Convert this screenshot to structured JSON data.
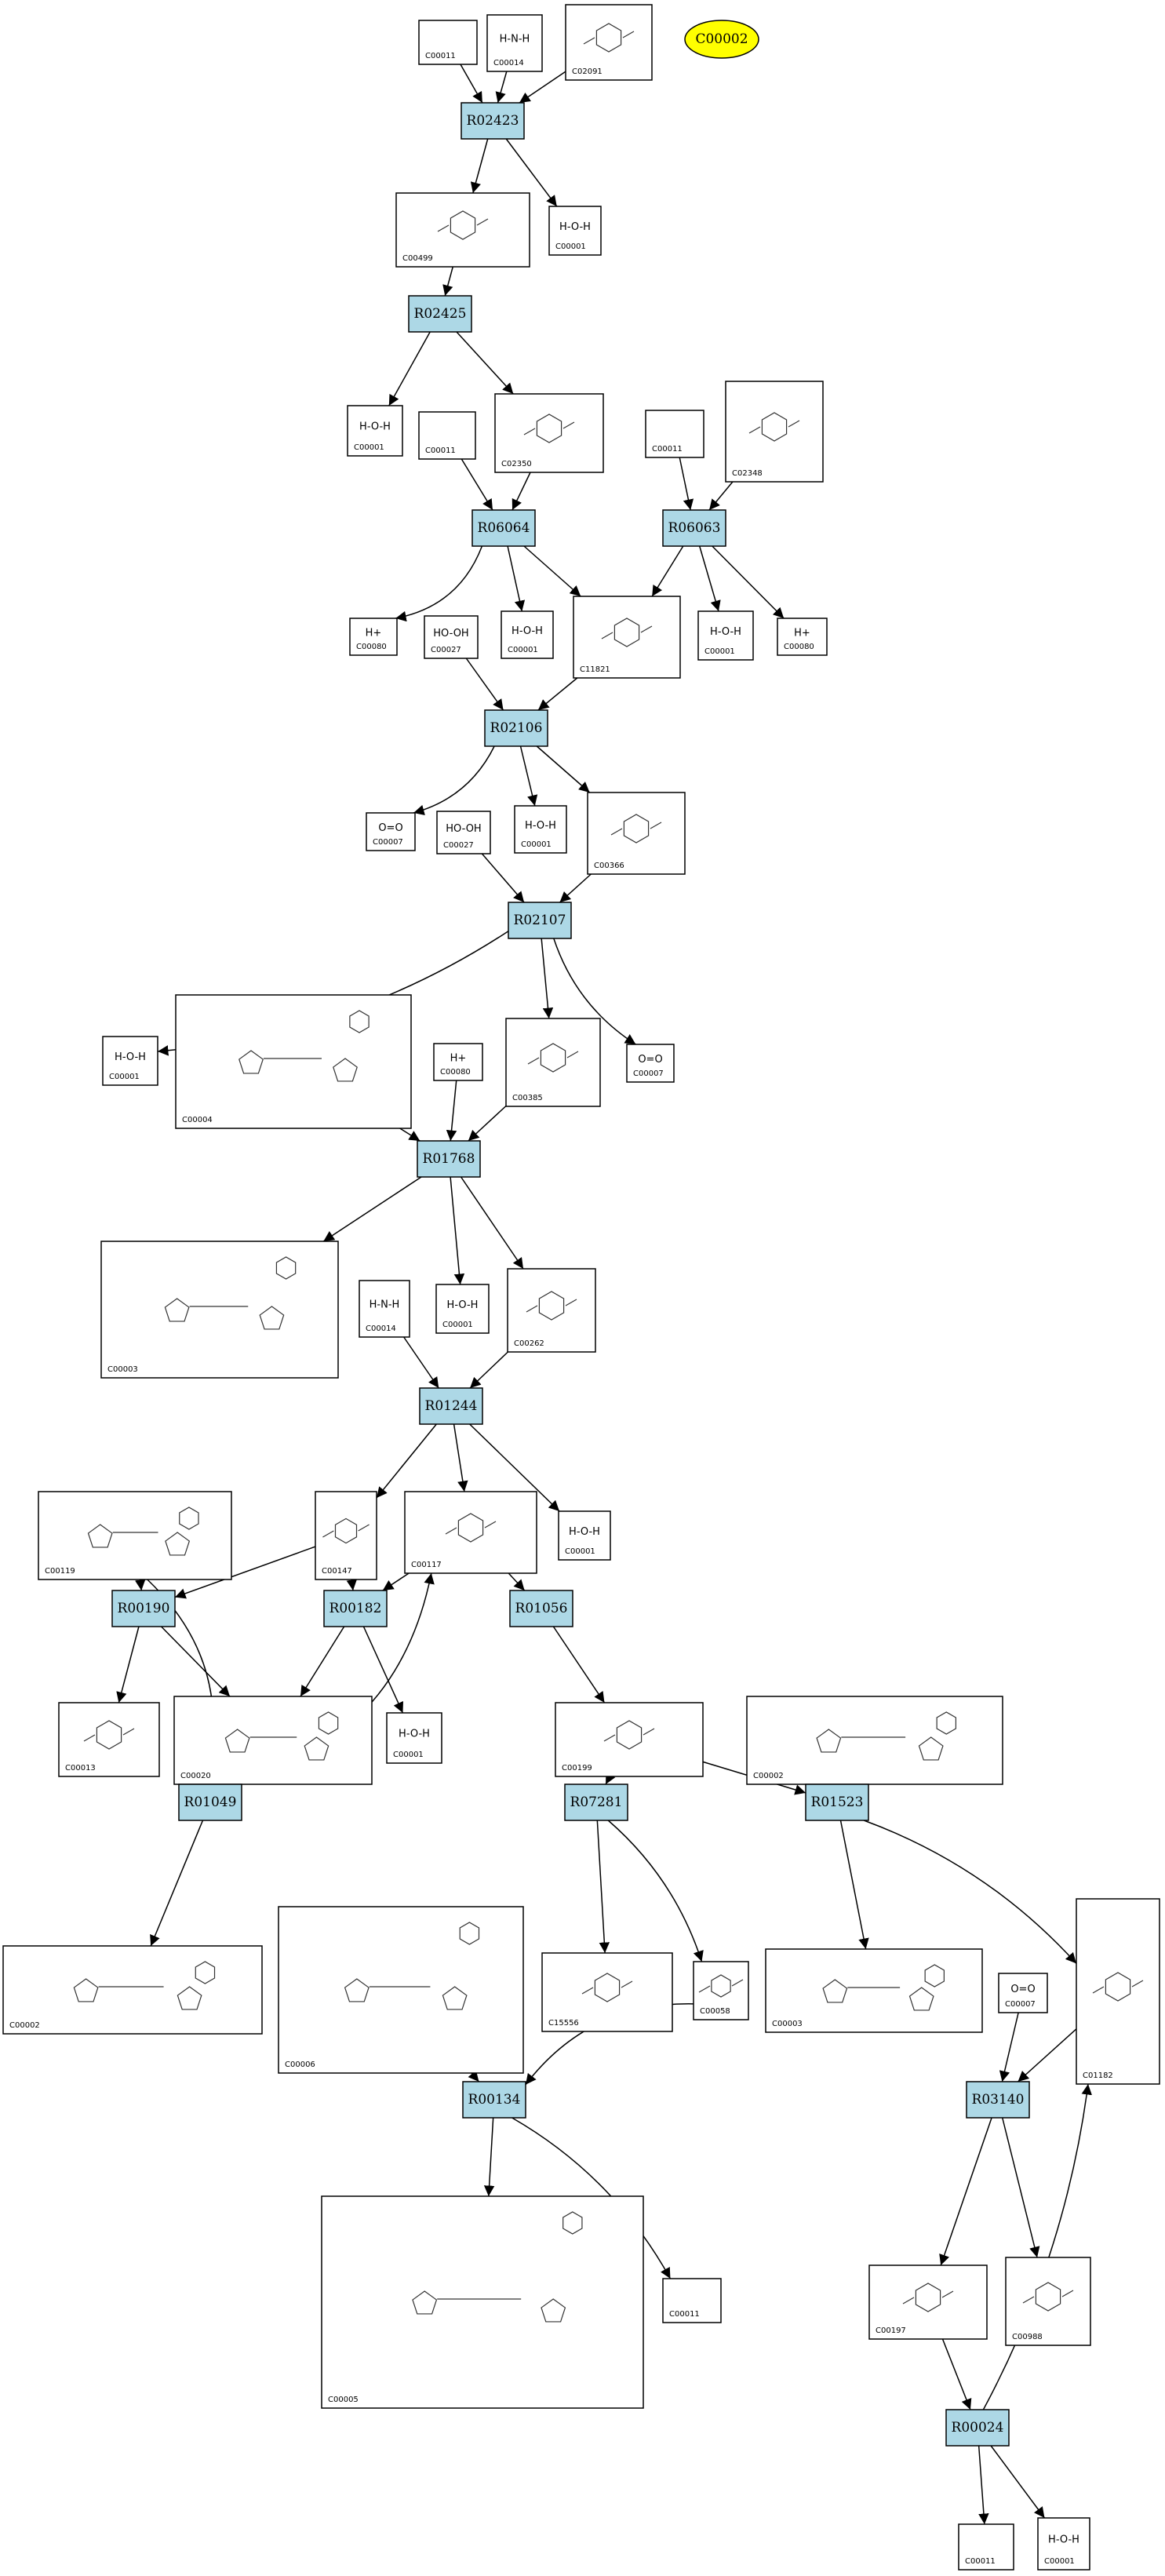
{
  "colors": {
    "reaction_fill": "#add8e6",
    "target_fill": "#ffff00",
    "stroke": "#000000"
  },
  "reactions": [
    "R02423",
    "R02425",
    "R06064",
    "R06063",
    "R02106",
    "R02107",
    "R01768",
    "R01244",
    "R00190",
    "R00182",
    "R01056",
    "R01049",
    "R07281",
    "R01523",
    "R00134",
    "R03140",
    "R00024"
  ],
  "target": {
    "id": "C00002"
  },
  "compounds": [
    {
      "id": "C00011",
      "formula": ""
    },
    {
      "id": "C00014",
      "formula": "H-N-H"
    },
    {
      "id": "C02091",
      "formula": ""
    },
    {
      "id": "C00499",
      "formula": ""
    },
    {
      "id": "C00001",
      "formula": "H-O-H"
    },
    {
      "id": "C02350",
      "formula": ""
    },
    {
      "id": "C02348",
      "formula": ""
    },
    {
      "id": "C00080",
      "formula": "H+"
    },
    {
      "id": "C00027",
      "formula": "HO-OH"
    },
    {
      "id": "C11821",
      "formula": ""
    },
    {
      "id": "C00007",
      "formula": "O=O"
    },
    {
      "id": "C00366",
      "formula": ""
    },
    {
      "id": "C00004",
      "formula": ""
    },
    {
      "id": "C00385",
      "formula": ""
    },
    {
      "id": "C00003",
      "formula": ""
    },
    {
      "id": "C00262",
      "formula": ""
    },
    {
      "id": "C00119",
      "formula": ""
    },
    {
      "id": "C00147",
      "formula": ""
    },
    {
      "id": "C00117",
      "formula": ""
    },
    {
      "id": "C00013",
      "formula": ""
    },
    {
      "id": "C00020",
      "formula": ""
    },
    {
      "id": "C00199",
      "formula": ""
    },
    {
      "id": "C00002",
      "formula": ""
    },
    {
      "id": "C00006",
      "formula": ""
    },
    {
      "id": "C15556",
      "formula": ""
    },
    {
      "id": "C00058",
      "formula": ""
    },
    {
      "id": "C01182",
      "formula": ""
    },
    {
      "id": "C00005",
      "formula": ""
    },
    {
      "id": "C00197",
      "formula": ""
    },
    {
      "id": "C00988",
      "formula": ""
    }
  ]
}
